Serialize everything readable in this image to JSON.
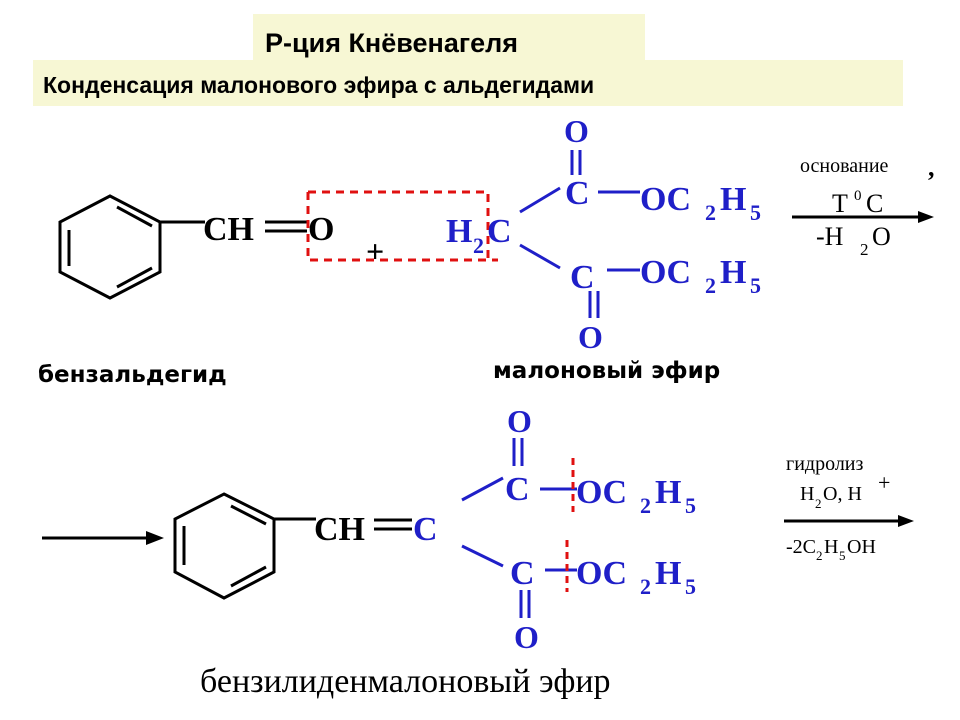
{
  "header": {
    "title": "Р-ция  Кнёвенагеля",
    "subtitle": "Конденсация малонового эфира с альдегидами"
  },
  "reaction1": {
    "ch": "CH",
    "o": "O",
    "plus": "+",
    "h2": "H",
    "h2_sub": "2",
    "c_center": "C",
    "c_top": "C",
    "c_bottom": "C",
    "o_top": "O",
    "o_bottom": "O",
    "ester_top": "OC",
    "ester_top_sub": "2",
    "ester_top_h": "H",
    "ester_top_sub5": "5",
    "ester_bottom": "OC",
    "ester_bottom_sub": "2",
    "ester_bottom_h": "H",
    "ester_bottom_sub5": "5",
    "cond_base": "основание",
    "cond_comma": ",",
    "cond_temp_t": "T",
    "cond_temp_deg": "0",
    "cond_temp_c": "C",
    "cond_water": "-H",
    "cond_water_sub": "2",
    "cond_water_o": "O",
    "label_aldehyde": "бензальдегид",
    "label_ester": "малоновый эфир"
  },
  "reaction2": {
    "ch": "CH",
    "c_center": "C",
    "c_top": "C",
    "c_bottom": "C",
    "o_top": "O",
    "o_bottom": "O",
    "ester_top": "OC",
    "ester_top_sub": "2",
    "ester_top_h": "H",
    "ester_top_sub5": "5",
    "ester_bottom": "OC",
    "ester_bottom_sub": "2",
    "ester_bottom_h": "H",
    "ester_bottom_sub5": "5",
    "cond_hydrolysis": "гидролиз",
    "cond_reagent": "H",
    "cond_reagent_sub": "2",
    "cond_reagent_rest": "O, H",
    "cond_plus": "+",
    "cond_ethanol": "-2C",
    "cond_ethanol_sub2": "2",
    "cond_ethanol_h": "H",
    "cond_ethanol_sub5": "5",
    "cond_ethanol_oh": "OH",
    "label_product": "бензилиденмалоновый эфир"
  },
  "colors": {
    "formula": "#1f1fc8",
    "highlight": "#e01010",
    "title_bg": "#f7f7d4"
  }
}
